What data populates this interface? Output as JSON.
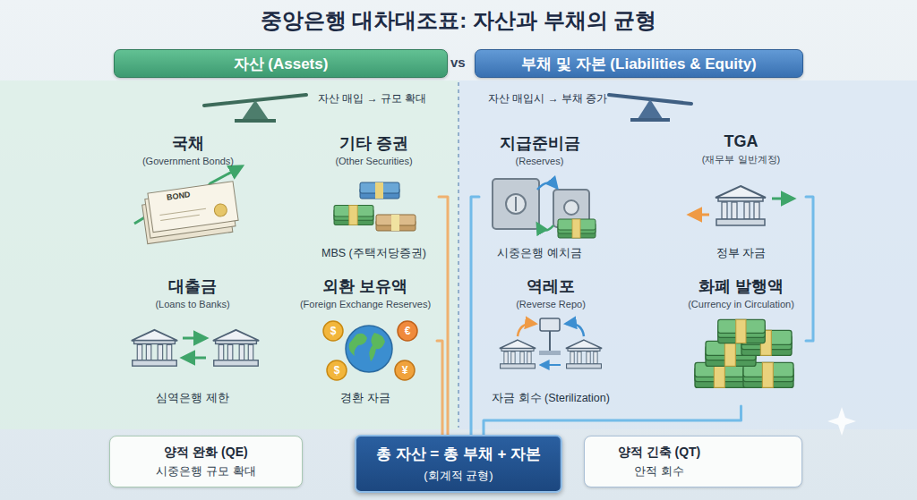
{
  "diagram": {
    "title": "중앙은행 대차대조표: 자산과 부채의 균형",
    "nodes": [
      {
        "text": [
          "자산 (Assets)"
        ]
      },
      {
        "text": [
          "부채 및 자본 (Liabilities & Equity)"
        ]
      },
      {
        "text": [
          "국채",
          "(Government Bonds)"
        ]
      },
      {
        "text": [
          "기타 증권",
          "(Other Securities)",
          "MBS (주택저당증권)"
        ]
      },
      {
        "text": [
          "지급준비금",
          "(Reserves)",
          "시중은행 예치금"
        ]
      },
      {
        "text": [
          "TGA",
          "(재무부 일반계정)",
          "정부 자금"
        ]
      },
      {
        "text": [
          "대출금",
          "(Loans to Banks)",
          "심역은행 제한"
        ]
      },
      {
        "text": [
          "외환 보유액",
          "(Foreign Exchange Reserves)",
          "경환 자금"
        ]
      },
      {
        "text": [
          "역레포",
          "(Reverse Repo)",
          "자금 회수 (Sterilization)"
        ]
      },
      {
        "text": [
          "화폐 발행액",
          "(Currency in Circulation)"
        ]
      },
      {
        "text": [
          "양적 완화 (QE)",
          "시중은행 규모 확대"
        ]
      },
      {
        "text": [
          "총 자산 = 총 부채 + 자본",
          "(회계적 균형)"
        ]
      },
      {
        "text": [
          "양적 긴축 (QT)",
          "안적 회수"
        ]
      }
    ],
    "edges": [
      {
        "from": 3,
        "to": 11,
        "arrow": "none"
      },
      {
        "from": 7,
        "to": 11,
        "arrow": "none"
      },
      {
        "from": 4,
        "to": 11,
        "arrow": "none"
      },
      {
        "from": 9,
        "to": 11,
        "arrow": "none"
      },
      {
        "from": 5,
        "to": 9,
        "arrow": "none"
      }
    ],
    "labels": [
      "vs",
      "자산 매입 → 규모 확대",
      "자산 매입시 → 부채 증가",
      "BOND",
      "$",
      "€",
      "$",
      "¥"
    ]
  }
}
